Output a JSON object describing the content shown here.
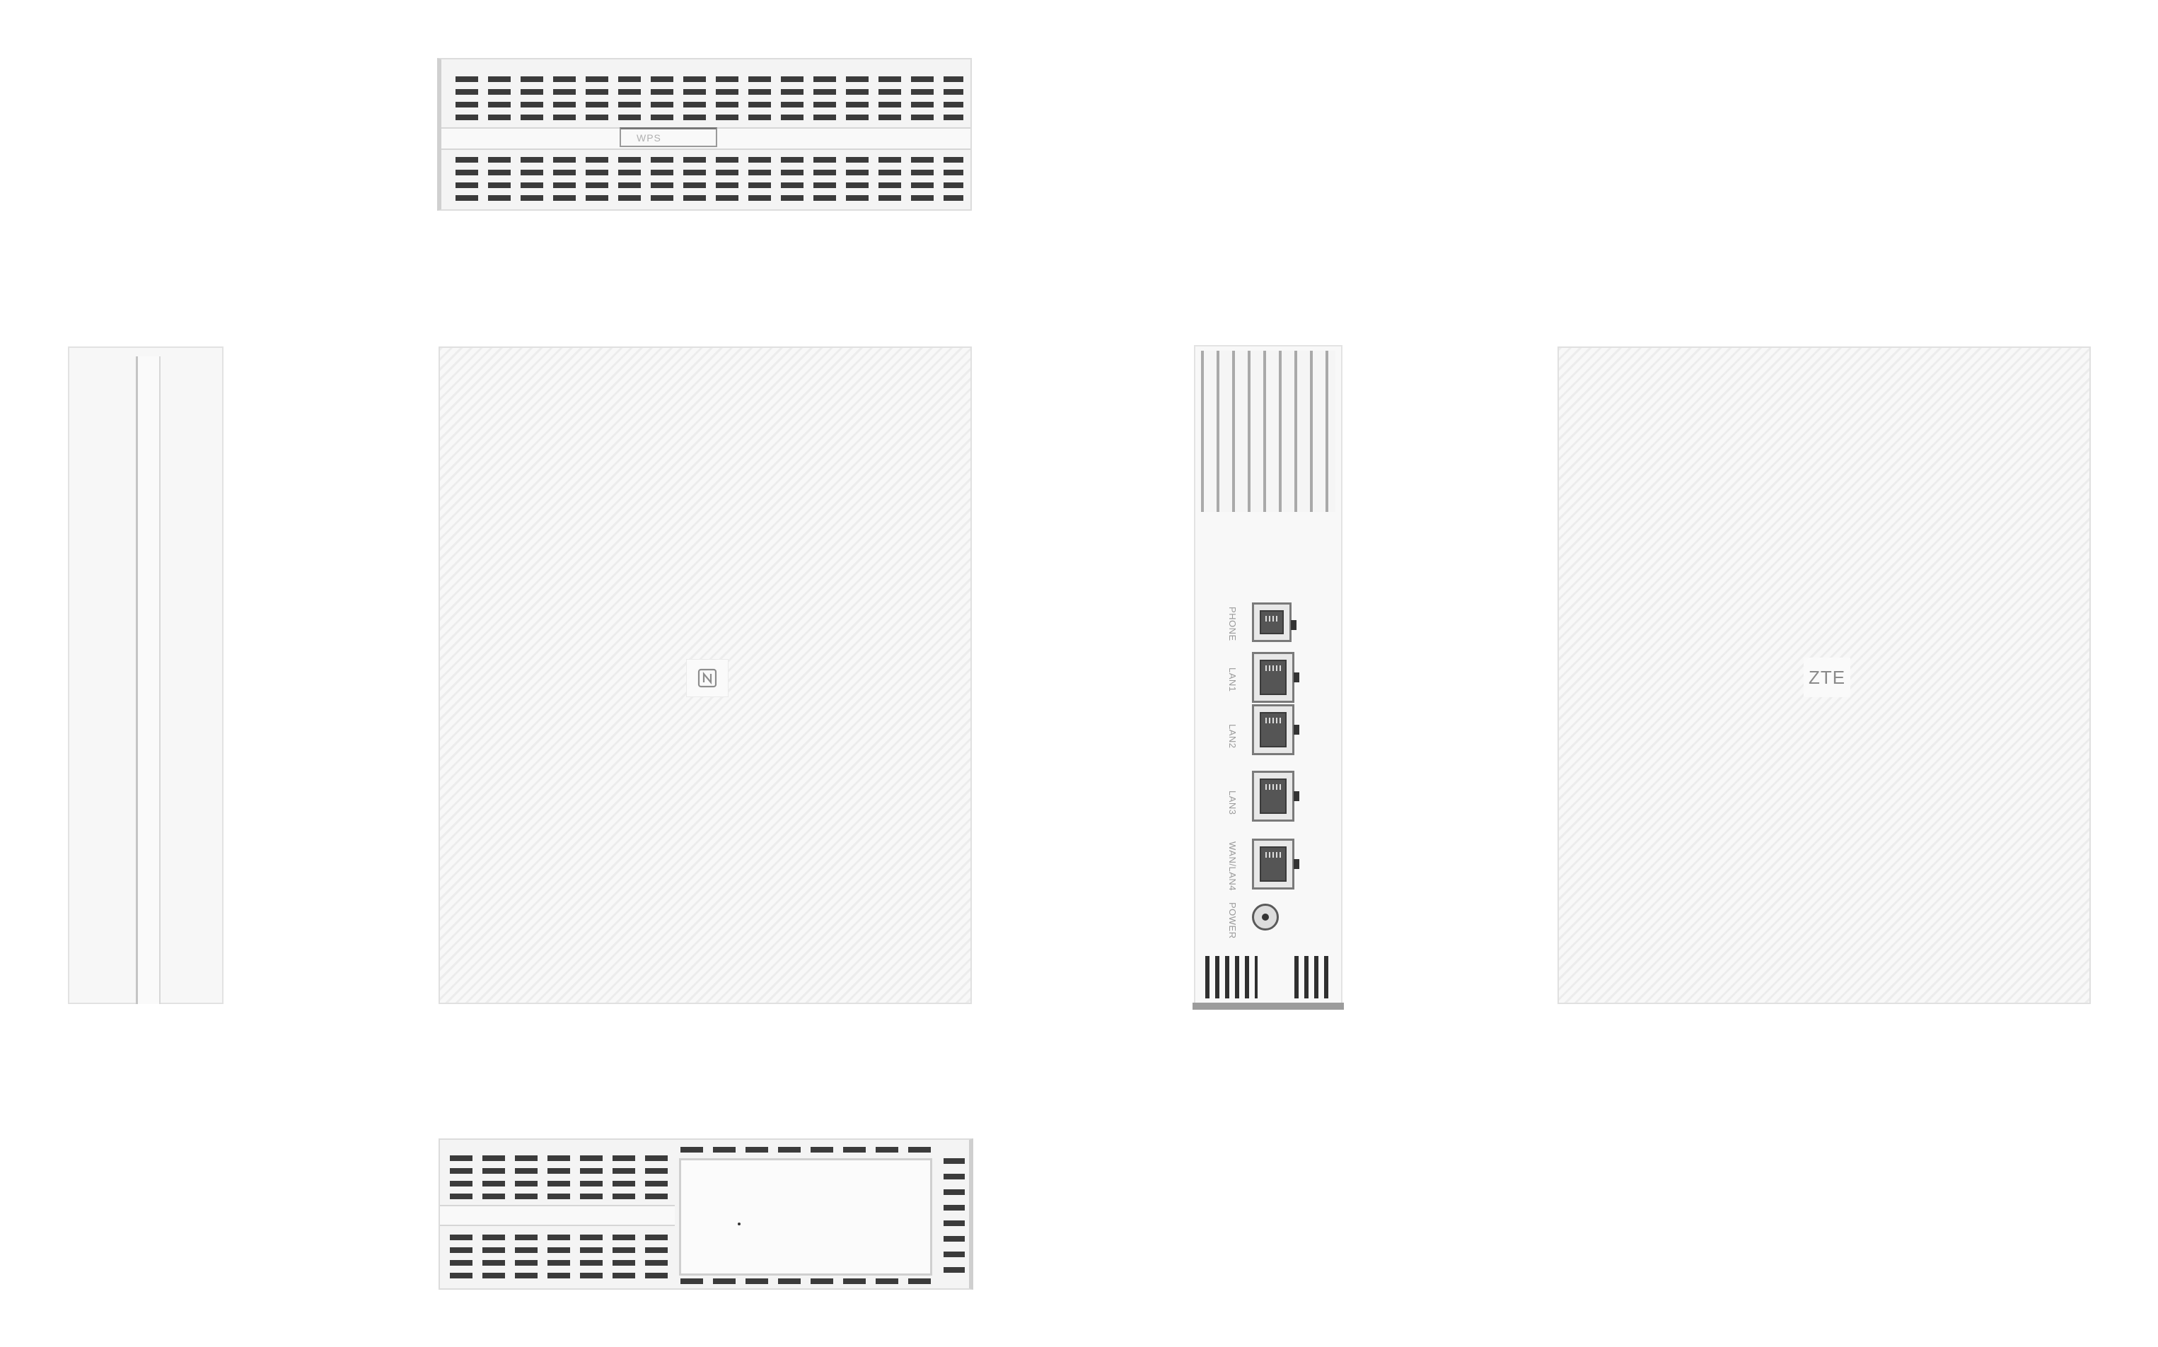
{
  "top_view": {
    "wps_label": "WPS"
  },
  "back_view": {
    "ports": [
      {
        "label": "PHONE"
      },
      {
        "label": "LAN1"
      },
      {
        "label": "LAN2"
      },
      {
        "label": "LAN3"
      },
      {
        "label": "WAN/LAN4"
      },
      {
        "label": "POWER"
      }
    ]
  },
  "logo_view": {
    "brand": "ZTE"
  },
  "colors": {
    "body": "#f4f4f4",
    "vents": "#3b3b3b",
    "port_frame": "#7a7a7a"
  },
  "icons": {
    "nfc": "nfc-icon"
  }
}
